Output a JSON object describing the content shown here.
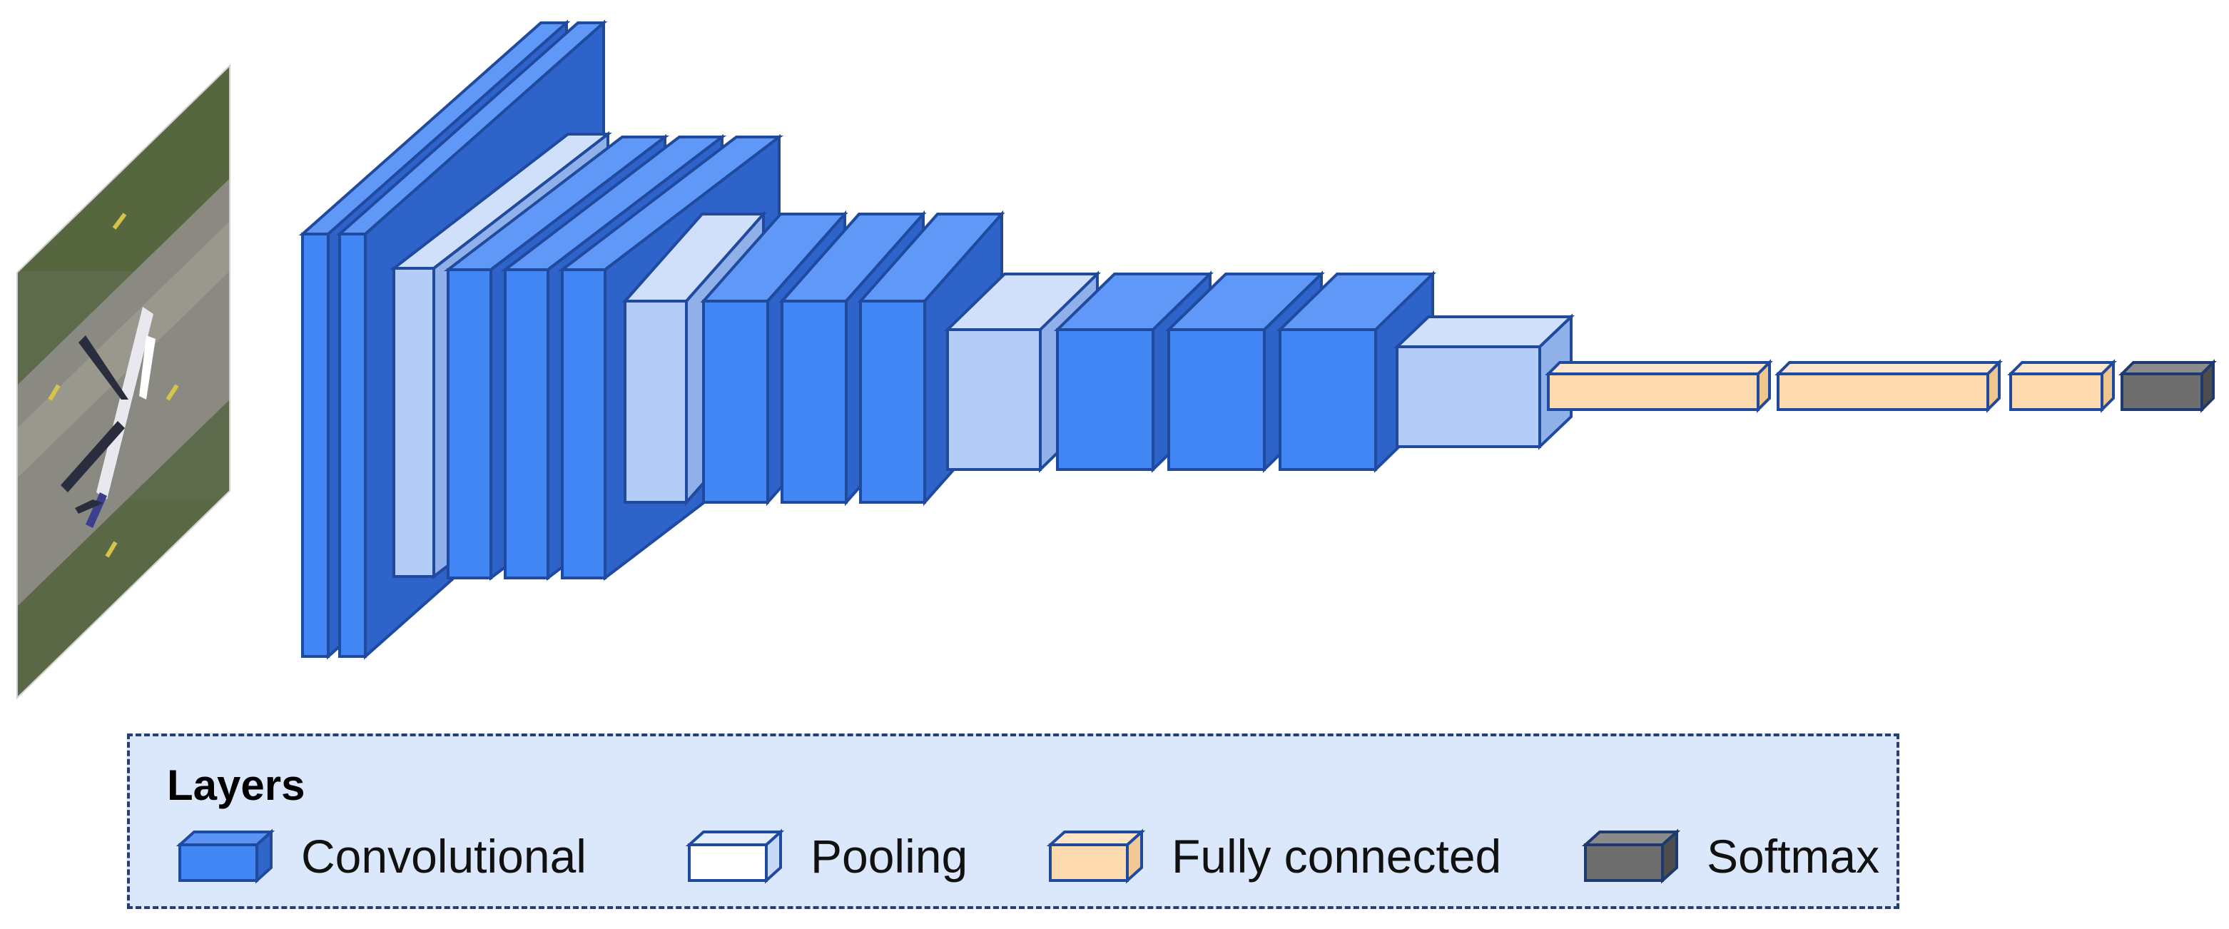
{
  "colors": {
    "convolutional": "#4285f4",
    "pooling": "#b4cdf8",
    "fully_connected": "#fdd9ae",
    "softmax": "#6e6e6e",
    "outline": "#1f4a9e",
    "legend_background": "#dbe7fa",
    "legend_border": "#243f73"
  },
  "input_image": {
    "icon": "airplane-photo",
    "description_visible": false
  },
  "network": {
    "layer_sequence": [
      "conv",
      "conv",
      "pool",
      "conv",
      "conv",
      "conv",
      "pool",
      "conv",
      "conv",
      "conv",
      "pool",
      "conv",
      "conv",
      "conv",
      "pool",
      "fc",
      "fc",
      "fc",
      "softmax"
    ]
  },
  "legend": {
    "title": "Layers",
    "items": [
      {
        "key": "convolutional",
        "label": "Convolutional"
      },
      {
        "key": "pooling",
        "label": "Pooling"
      },
      {
        "key": "fully_connected",
        "label": "Fully connected"
      },
      {
        "key": "softmax",
        "label": "Softmax"
      }
    ]
  }
}
